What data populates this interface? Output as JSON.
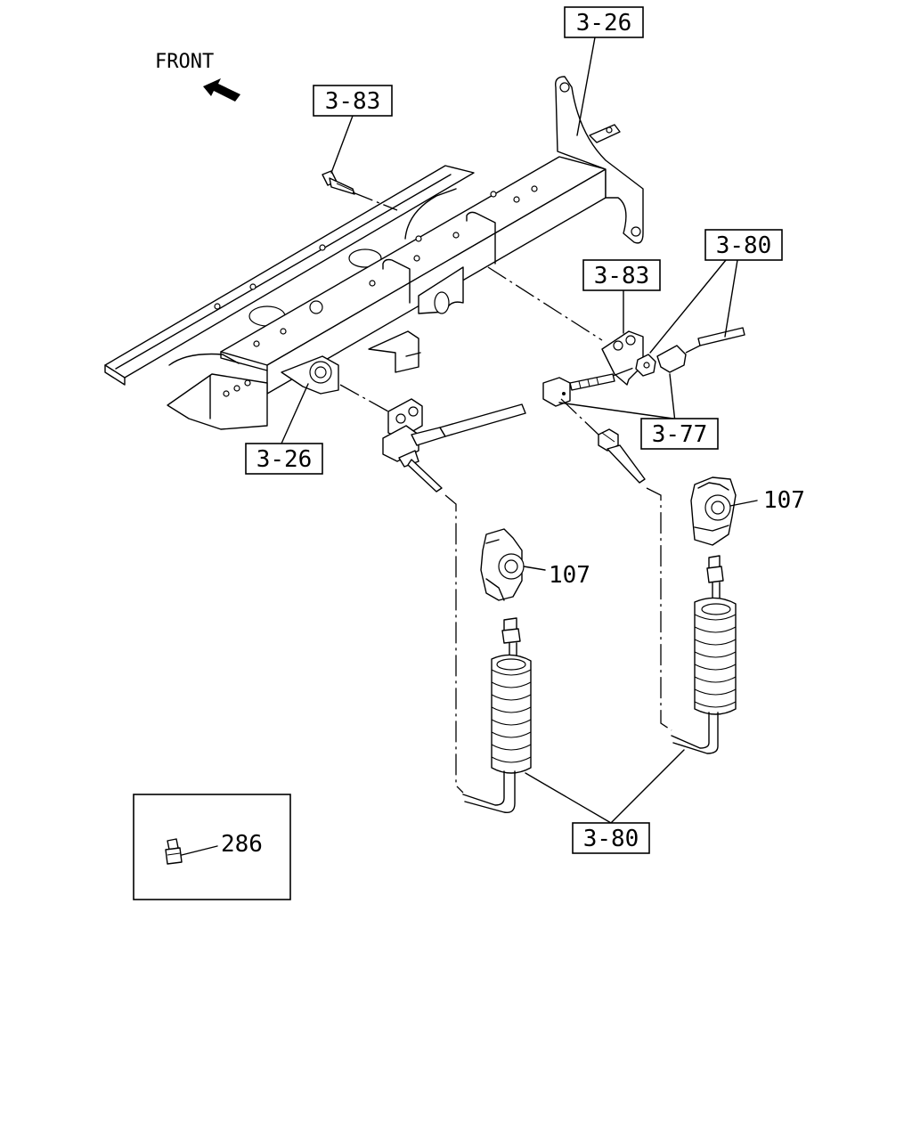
{
  "front_label": "FRONT",
  "callouts": {
    "bracket_top": "3-26",
    "bracket_left": "3-26",
    "bolt_top": "3-83",
    "bolt_right": "3-83",
    "hose_top": "3-80",
    "hose_bottom": "3-80",
    "valve": "3-77",
    "coupling_left": "107",
    "coupling_right": "107",
    "inset_part": "286"
  },
  "icons": [
    "front-arrow-icon"
  ]
}
